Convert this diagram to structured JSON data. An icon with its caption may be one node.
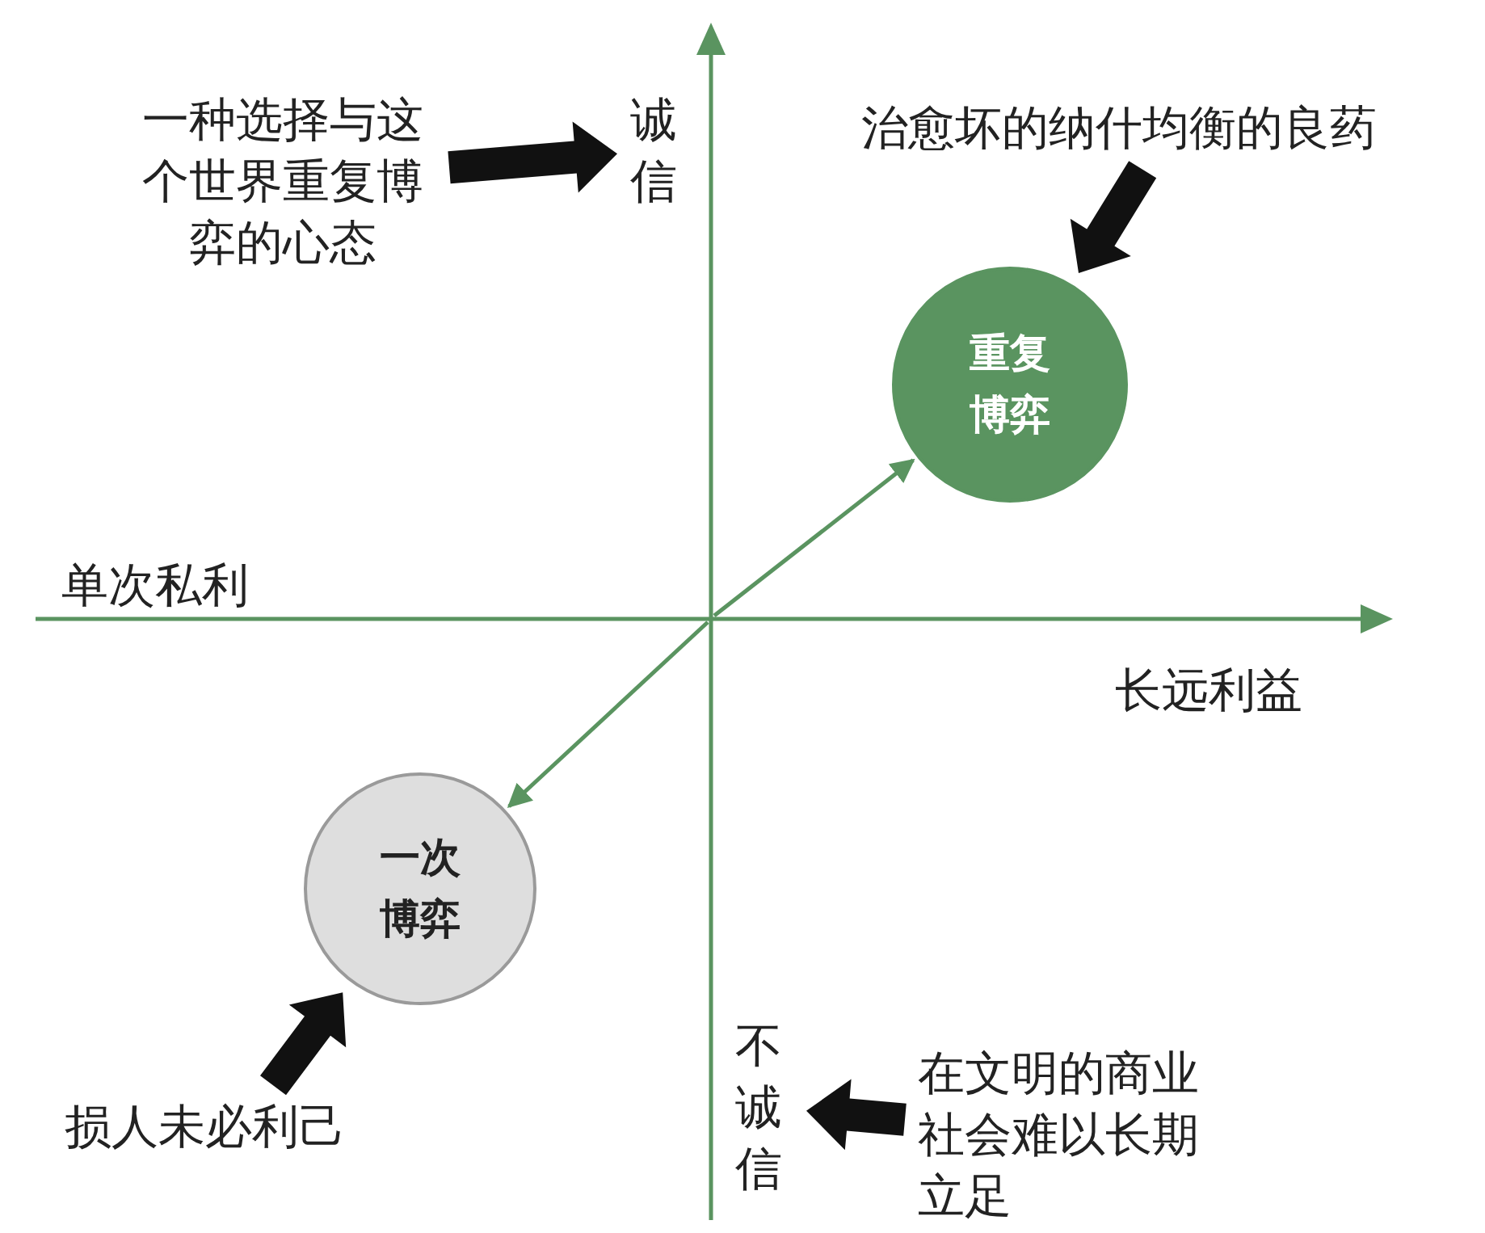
{
  "diagram": {
    "nodes": [
      {
        "text": [
          "一种选择与这个世界重复博弈的心态"
        ]
      },
      {
        "text": [
          "诚信"
        ]
      },
      {
        "text": [
          "治愈坏的纳什均衡的良药"
        ]
      },
      {
        "text": [
          "重复博弈"
        ]
      },
      {
        "text": [
          "一次博弈"
        ]
      },
      {
        "text": [
          "不诚信"
        ]
      },
      {
        "text": [
          "在文明的商业社会难以长期立足"
        ]
      },
      {
        "text": [
          "损人未必利己"
        ]
      }
    ],
    "edges": [
      {
        "from": 0,
        "to": 1,
        "arrow": "to",
        "style": "thick"
      },
      {
        "from": 2,
        "to": 3,
        "arrow": "to",
        "style": "thick"
      },
      {
        "from": null,
        "to": 3,
        "arrow": "to",
        "color": "#5a9460"
      },
      {
        "from": null,
        "to": 4,
        "arrow": "to",
        "color": "#5a9460"
      },
      {
        "from": 6,
        "to": 5,
        "arrow": "to",
        "style": "thick"
      },
      {
        "from": 7,
        "to": 4,
        "arrow": "to",
        "style": "thick"
      }
    ],
    "labels": [
      "单次私利",
      "长远利益"
    ]
  }
}
